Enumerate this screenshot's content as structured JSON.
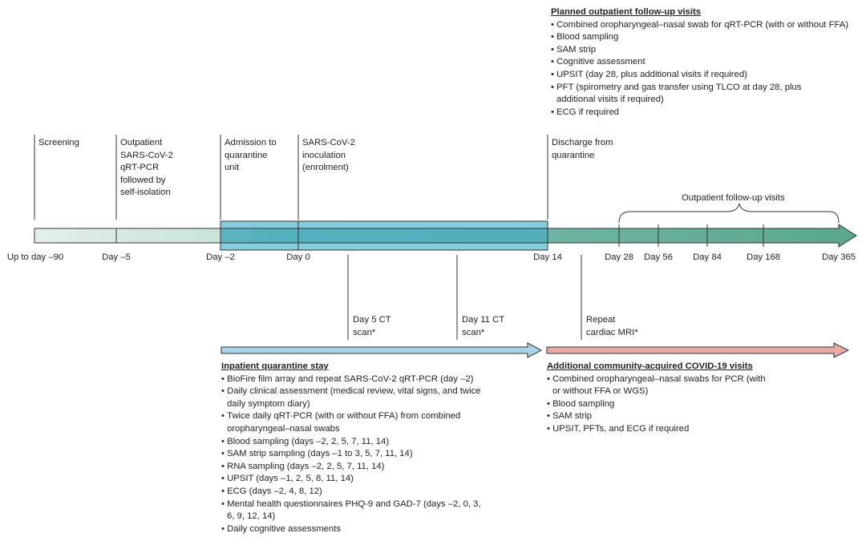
{
  "colors": {
    "timeline_light": "#dfeee6",
    "timeline_mid": "#6fb29f",
    "quarantine_box": "#5bbcd3",
    "inpatient_arrow": "#a8d4ea",
    "community_arrow": "#e9a9a4"
  },
  "events": [
    {
      "id": "screening",
      "label": "Screening"
    },
    {
      "id": "outpatient_pcr",
      "label": "Outpatient\nSARS-CoV-2\nqRT-PCR\nfollowed by\nself-isolation"
    },
    {
      "id": "admission",
      "label": "Admission to\nquarantine\nunit"
    },
    {
      "id": "inoculation",
      "label": "SARS-CoV-2\ninoculation\n(enrolment)"
    },
    {
      "id": "discharge",
      "label": "Discharge from\nquarantine"
    }
  ],
  "ticks": [
    {
      "id": "d90",
      "label": "Up to day –90"
    },
    {
      "id": "d5",
      "label": "Day –5"
    },
    {
      "id": "dm2",
      "label": "Day –2"
    },
    {
      "id": "d0",
      "label": "Day 0"
    },
    {
      "id": "d14",
      "label": "Day 14"
    },
    {
      "id": "d28",
      "label": "Day 28"
    },
    {
      "id": "d56",
      "label": "Day 56"
    },
    {
      "id": "d84",
      "label": "Day 84"
    },
    {
      "id": "d168",
      "label": "Day 168"
    },
    {
      "id": "d365",
      "label": "Day 365"
    }
  ],
  "followup_visits_label": "Outpatient follow-up visits",
  "scans": [
    {
      "id": "ct5",
      "label": "Day 5 CT\nscan*"
    },
    {
      "id": "ct11",
      "label": "Day 11 CT\nscan*"
    },
    {
      "id": "mri",
      "label": "Repeat\ncardiac MRI*"
    }
  ],
  "planned_followup": {
    "title": "Planned outpatient follow-up visits",
    "items": [
      "Combined oropharyngeal–nasal swab for qRT-PCR (with or without FFA)",
      "Blood sampling",
      "SAM strip",
      "Cognitive assessment",
      "UPSIT (day 28, plus additional visits if required)",
      "PFT (spirometry and gas transfer using TLCO at day 28, plus additional visits if required)",
      "ECG if required"
    ]
  },
  "inpatient": {
    "title": "Inpatient quarantine stay",
    "items": [
      "BioFire film array and repeat SARS-CoV-2 qRT-PCR (day –2)",
      "Daily clinical assessment (medical review, vital signs, and twice daily symptom diary)",
      "Twice daily qRT-PCR (with or without FFA) from combined oropharyngeal–nasal swabs",
      "Blood sampling (days –2, 2, 5, 7, 11, 14)",
      "SAM strip sampling (days –1 to 3, 5, 7, 11, 14)",
      "RNA sampling (days –2, 2, 5, 7, 11, 14)",
      "UPSIT (days –1, 2, 5, 8, 11, 14)",
      "ECG (days –2, 4, 8, 12)",
      "Mental health questionnaires PHQ-9 and GAD-7 (days –2, 0, 3, 6, 9, 12, 14)",
      "Daily cognitive assessments"
    ]
  },
  "community": {
    "title": "Additional community-acquired COVID-19 visits",
    "items": [
      "Combined oropharyngeal–nasal swabs for PCR (with or without FFA or WGS)",
      "Blood sampling",
      "SAM strip",
      "UPSIT, PFTs, and ECG if required"
    ]
  }
}
